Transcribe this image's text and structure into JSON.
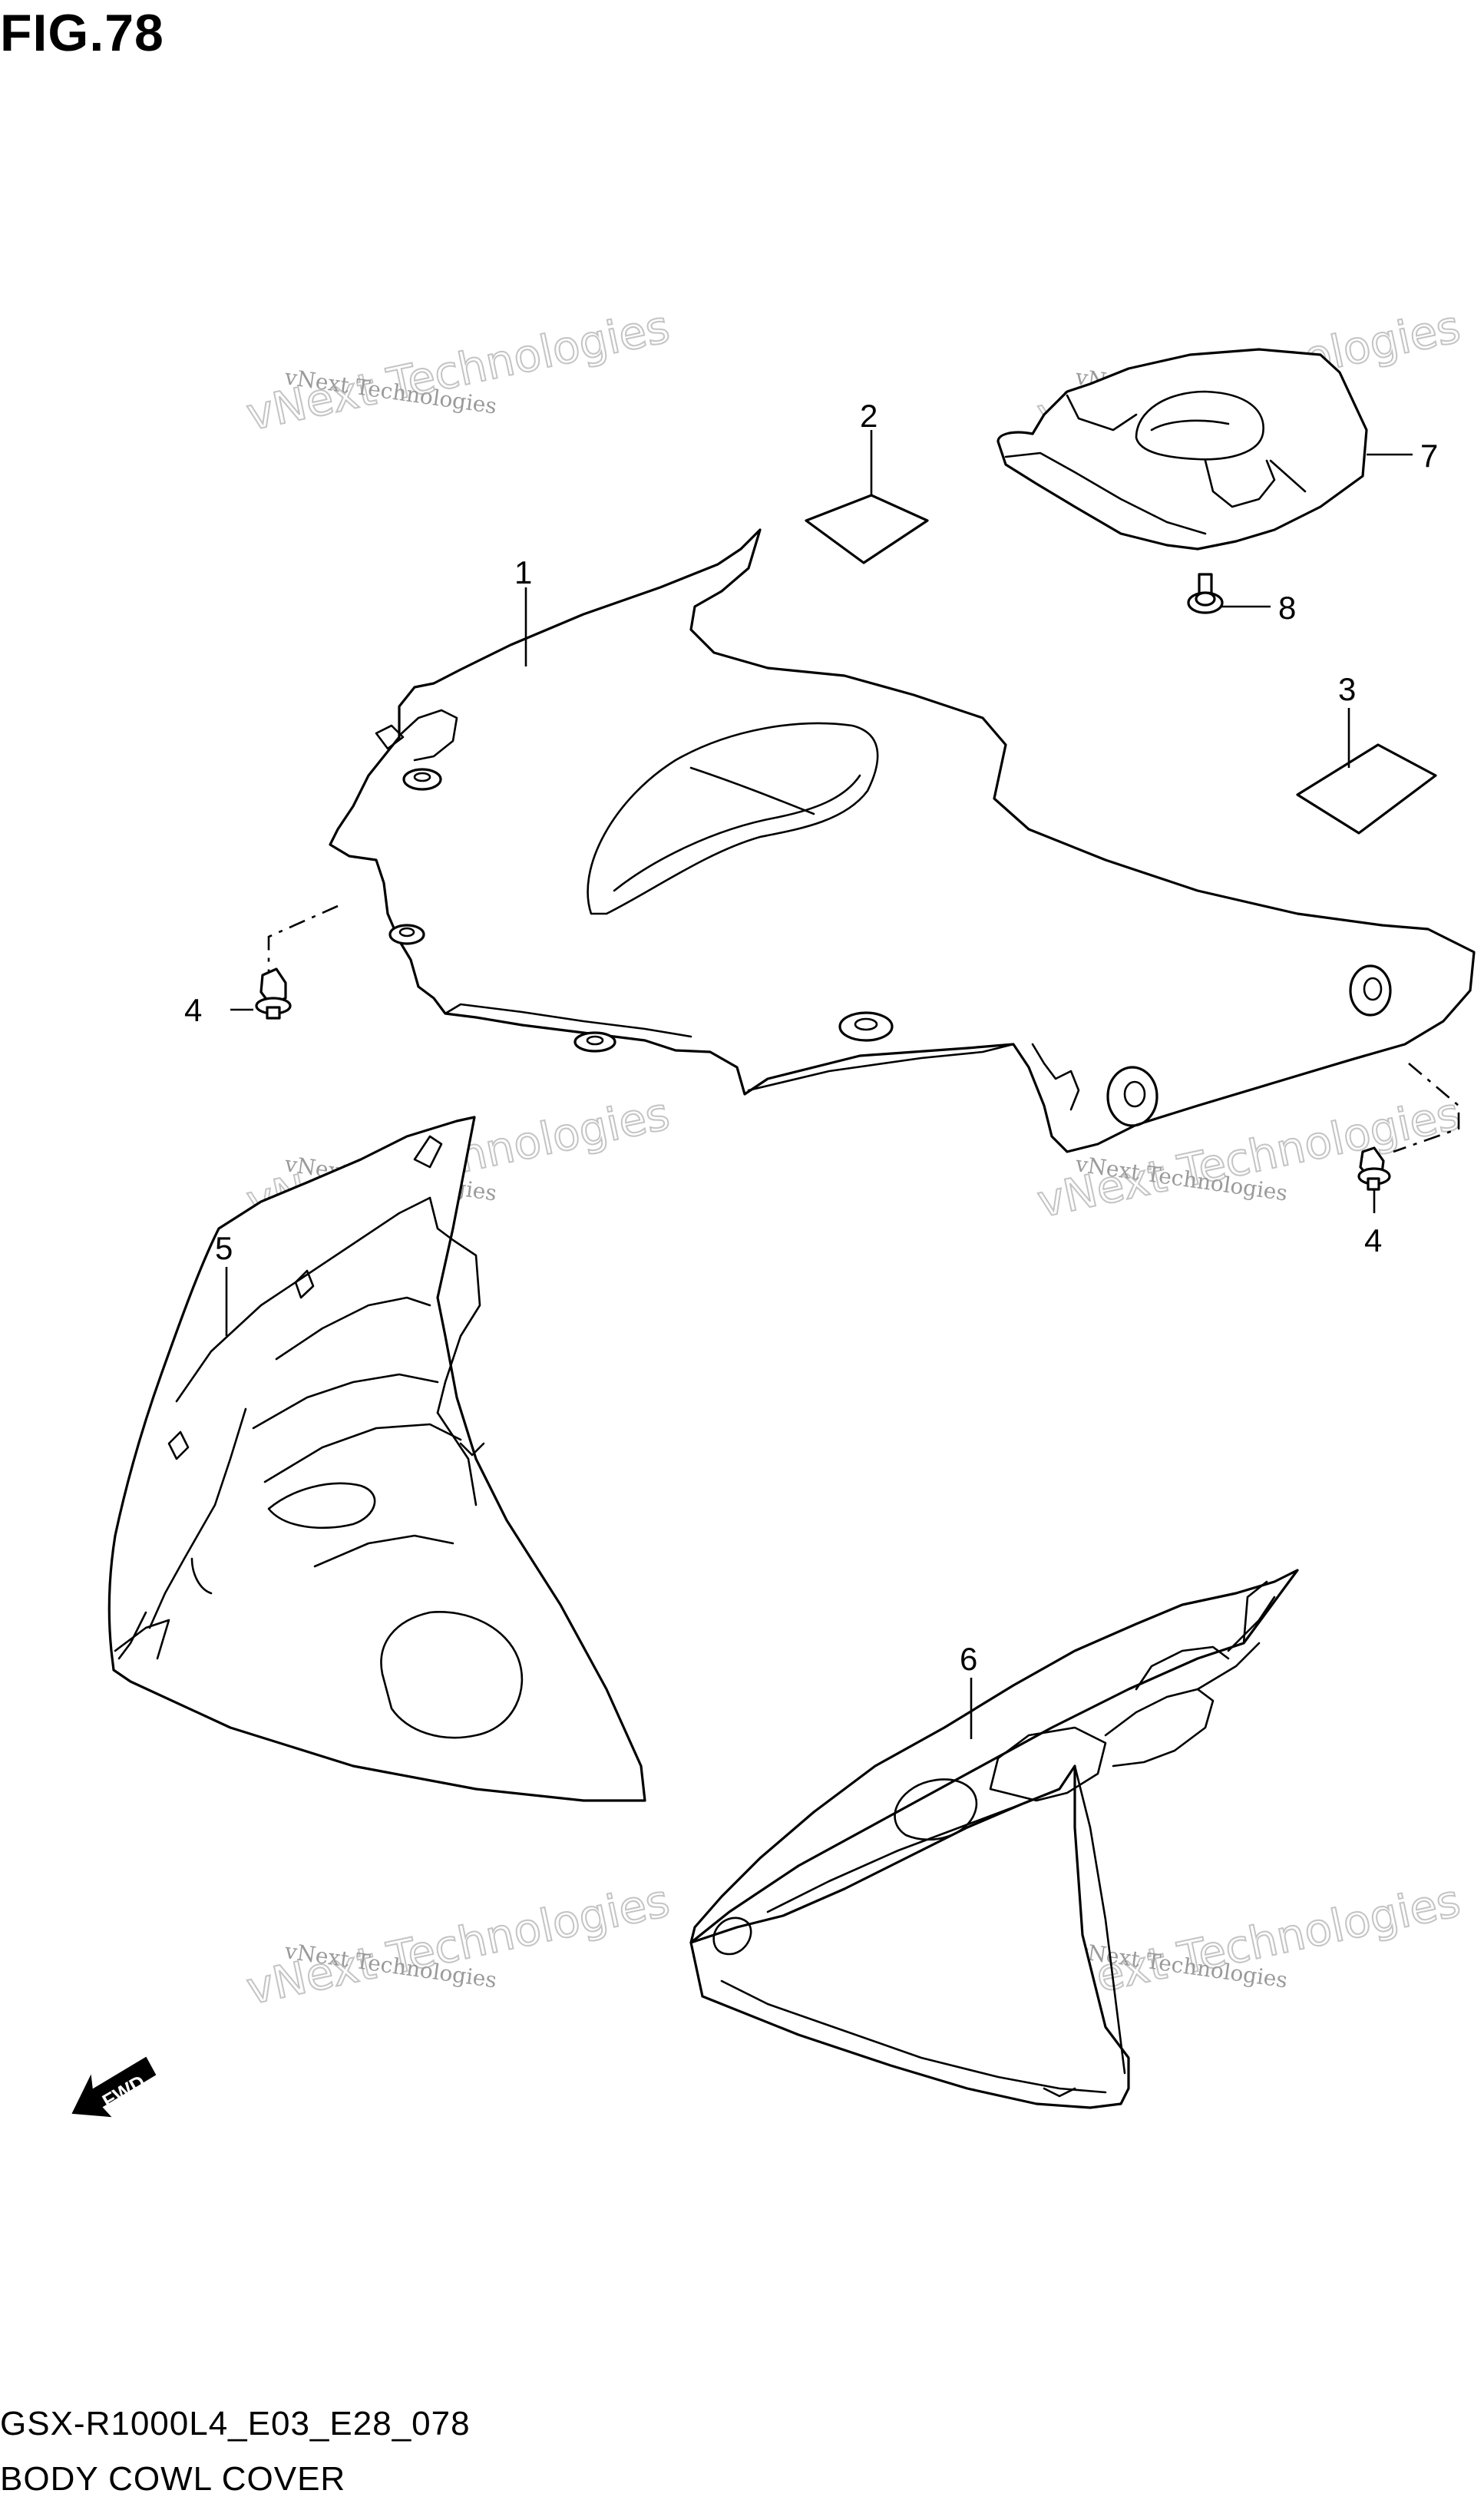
{
  "figure": {
    "title": "FIG.78"
  },
  "footer": {
    "code": "GSX-R1000L4_E03_E28_078",
    "name": "BODY COWL COVER"
  },
  "callouts": [
    {
      "id": "callout-1",
      "label": "1"
    },
    {
      "id": "callout-2",
      "label": "2"
    },
    {
      "id": "callout-3",
      "label": "3"
    },
    {
      "id": "callout-4a",
      "label": "4"
    },
    {
      "id": "callout-4b",
      "label": "4"
    },
    {
      "id": "callout-5",
      "label": "5"
    },
    {
      "id": "callout-6",
      "label": "6"
    },
    {
      "id": "callout-7",
      "label": "7"
    },
    {
      "id": "callout-8",
      "label": "8"
    }
  ],
  "watermark": {
    "line1": "vNext Technologies",
    "line2": "vNext Technologies"
  },
  "fwd": {
    "label": "FWD"
  },
  "colors": {
    "line": "#000000",
    "background": "#ffffff",
    "watermark": "#9a9a9a"
  }
}
